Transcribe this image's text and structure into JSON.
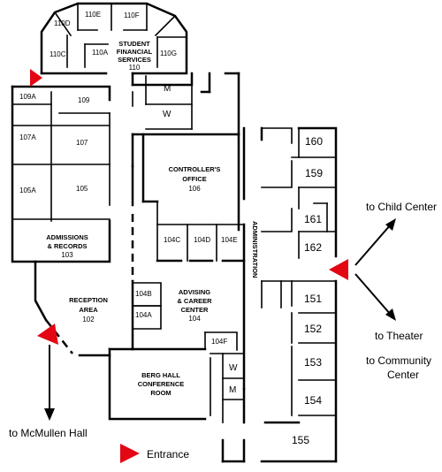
{
  "rooms": {
    "r110c": "110C",
    "r110d": "110D",
    "r110e": "110E",
    "r110f": "110F",
    "r110a": "110A",
    "r110g": "110G",
    "r110_line1": "STUDENT",
    "r110_line2": "FINANCIAL",
    "r110_line3": "SERVICES",
    "r110_num": "110",
    "m_top": "M",
    "w_top": "W",
    "r109a": "109A",
    "r109": "109",
    "r107a": "107A",
    "r107": "107",
    "r105a": "105A",
    "r105": "105",
    "adm_line1": "ADMISSIONS",
    "adm_line2": "& RECORDS",
    "adm_num": "103",
    "ctrl_line1": "CONTROLLER'S",
    "ctrl_line2": "OFFICE",
    "ctrl_num": "106",
    "r104c": "104C",
    "r104d": "104D",
    "r104e": "104E",
    "administration": "ADMINISTRATION",
    "r104b": "104B",
    "r104a": "104A",
    "adv_line1": "ADVISING",
    "adv_line2": "& CAREER",
    "adv_line3": "CENTER",
    "adv_num": "104",
    "rec_line1": "RECEPTION",
    "rec_line2": "AREA",
    "rec_num": "102",
    "r104f": "104F",
    "w_bottom": "W",
    "m_bottom": "M",
    "berg_line1": "BERG HALL",
    "berg_line2": "CONFERENCE",
    "berg_line3": "ROOM",
    "r160": "160",
    "r159": "159",
    "r161": "161",
    "r162": "162",
    "r151": "151",
    "r152": "152",
    "r153": "153",
    "r154": "154",
    "r155": "155"
  },
  "directions": {
    "child_center": "to Child Center",
    "theater": "to Theater",
    "community_line1": "to Community",
    "community_line2": "Center",
    "mcmullen": "to McMullen Hall"
  },
  "legend": {
    "entrance": "Entrance"
  },
  "colors": {
    "entrance": "#e30613",
    "walls": "#000000"
  }
}
